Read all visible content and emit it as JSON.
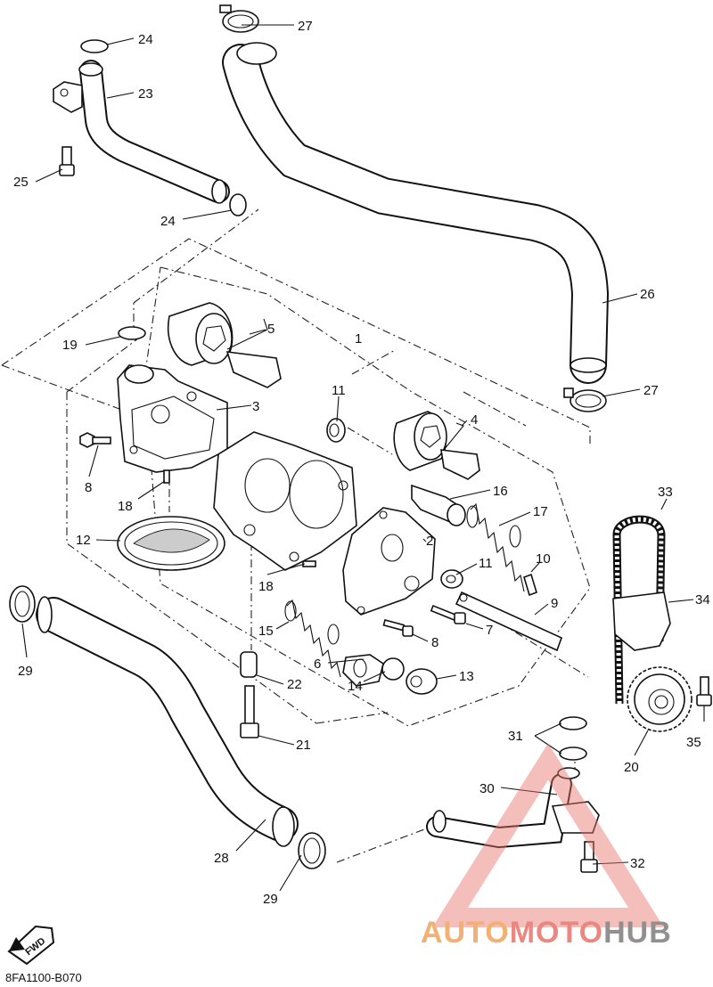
{
  "diagram_code": "8FA1100-B070",
  "fwd_label": "FWD",
  "watermark": {
    "part1": "AUTO",
    "part2": "MOTO",
    "part3": "HUB",
    "color_orange": "#f0a35a",
    "color_red": "#e8736b",
    "color_gray": "#7d7d7d"
  },
  "callouts": [
    "1",
    "2",
    "3",
    "4",
    "5",
    "6",
    "7",
    "8",
    "8",
    "9",
    "10",
    "11",
    "11",
    "12",
    "13",
    "14",
    "15",
    "16",
    "17",
    "18",
    "18",
    "19",
    "20",
    "21",
    "22",
    "23",
    "24",
    "24",
    "25",
    "26",
    "27",
    "27",
    "28",
    "29",
    "29",
    "30",
    "31",
    "32",
    "33",
    "34",
    "35"
  ]
}
